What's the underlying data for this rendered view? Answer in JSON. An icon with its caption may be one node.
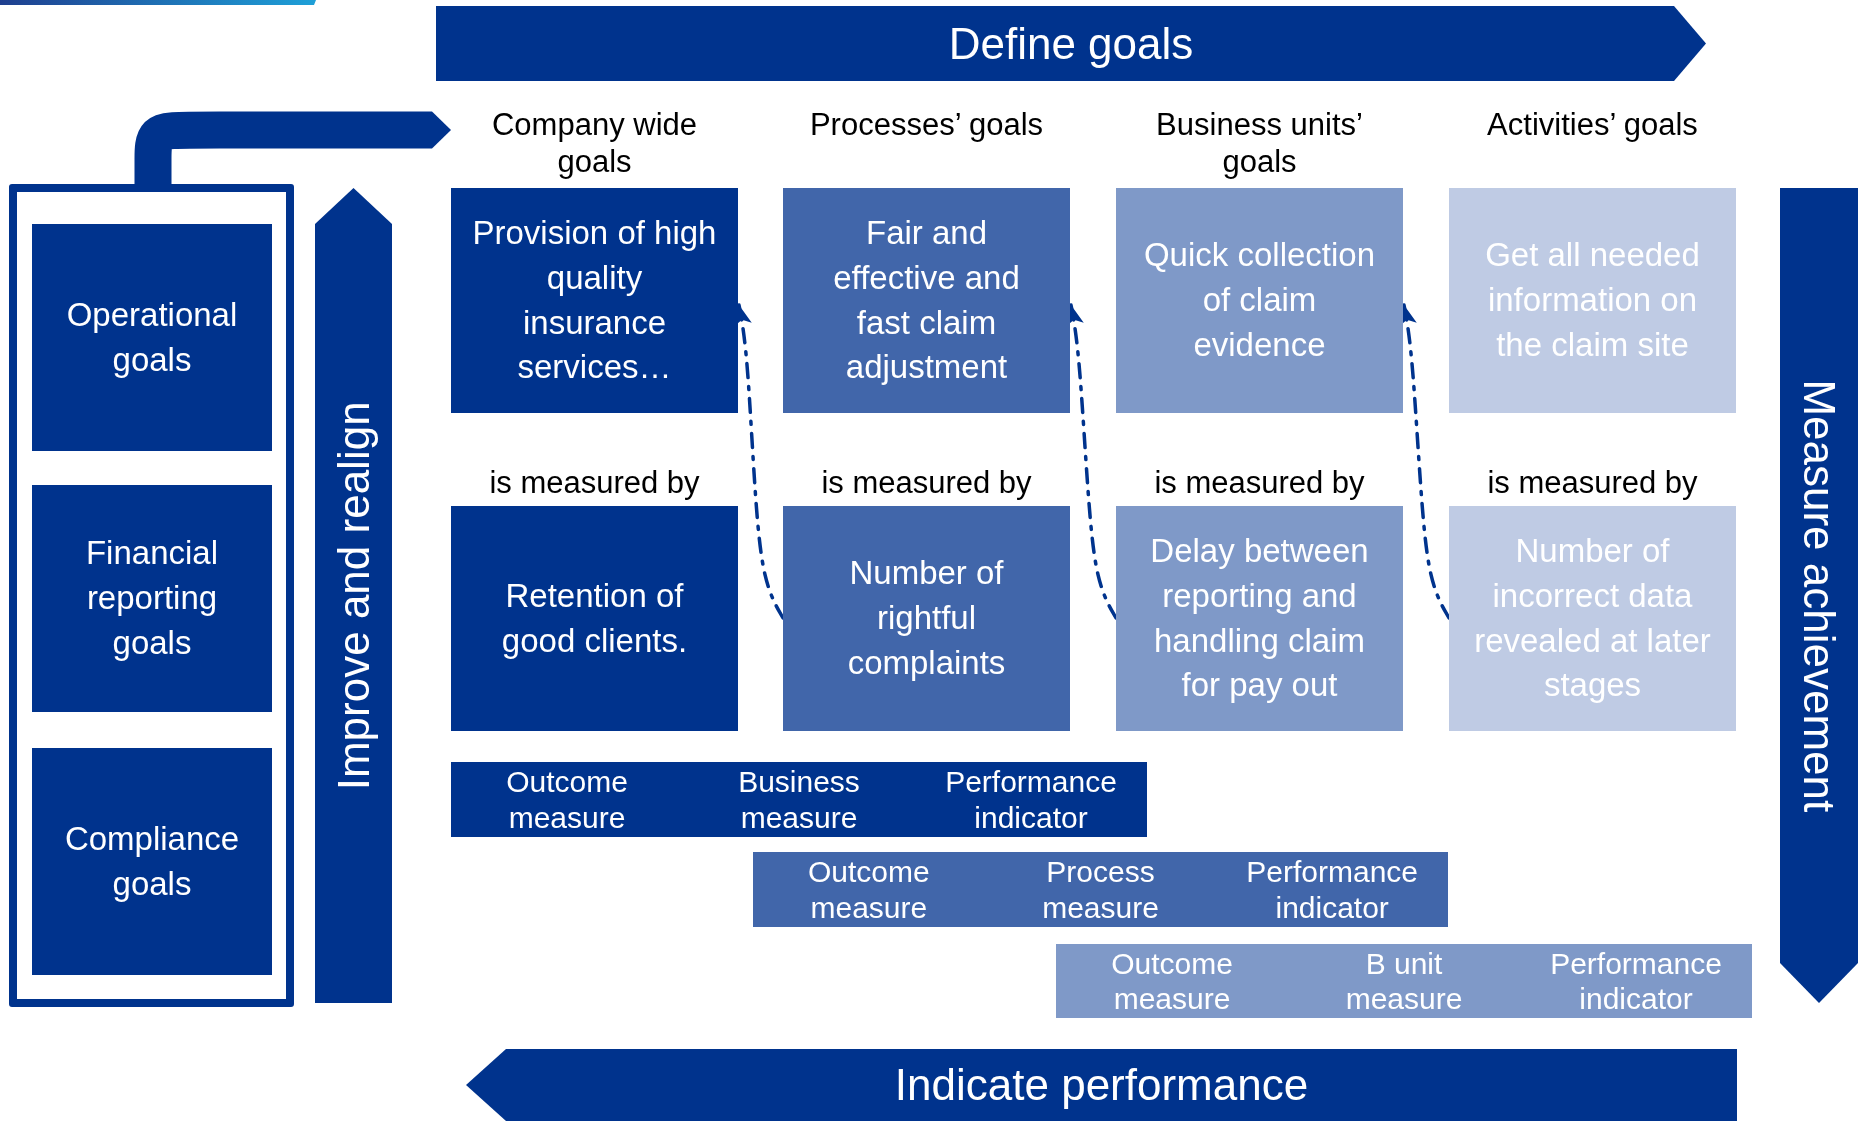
{
  "diagram": {
    "nodes": [
      {
        "text": [
          "Define goals"
        ]
      },
      {
        "text": [],
        "shape": "box"
      },
      {
        "text": [
          "Operational goals"
        ],
        "in": 1
      },
      {
        "text": [
          "Financial reporting goals"
        ],
        "in": 1
      },
      {
        "text": [
          "Compliance goals"
        ],
        "in": 1
      },
      {
        "text": [
          "Improve and realign"
        ]
      },
      {
        "text": [
          "Company wide goals",
          "Provision of high quality insurance services…"
        ]
      },
      {
        "text": [
          "Processes’ goals",
          "Fair and effective and fast claim adjustment"
        ]
      },
      {
        "text": [
          "Business units’ goals",
          "Quick collection of claim evidence"
        ]
      },
      {
        "text": [
          "Activities’ goals",
          "Get all needed information on the claim site"
        ]
      },
      {
        "text": [
          "Retention of good clients."
        ]
      },
      {
        "text": [
          "Number of rightful complaints"
        ]
      },
      {
        "text": [
          "Delay between reporting and handling claim for pay out"
        ]
      },
      {
        "text": [
          "Number of incorrect data revealed at later stages"
        ]
      },
      {
        "text": [
          "Measure achievement"
        ]
      },
      {
        "text": [
          "Outcome measure",
          "Business measure",
          "Performance indicator"
        ]
      },
      {
        "text": [
          "Outcome measure",
          "Process measure",
          "Performance indicator"
        ]
      },
      {
        "text": [
          "Outcome measure",
          "B unit measure",
          "Performance indicator"
        ]
      },
      {
        "text": [
          "Indicate performance"
        ]
      }
    ],
    "edges": [
      {
        "from": 1,
        "to": 6,
        "arrow": "to",
        "style": "thick"
      },
      {
        "from": 11,
        "to": 6,
        "arrow": "to",
        "style": "dashed"
      },
      {
        "from": 12,
        "to": 7,
        "arrow": "to",
        "style": "dashed"
      },
      {
        "from": 13,
        "to": 8,
        "arrow": "to",
        "style": "dashed"
      }
    ],
    "labels": [
      "is measured by",
      "is measured by",
      "is measured by",
      "is measured by"
    ]
  }
}
